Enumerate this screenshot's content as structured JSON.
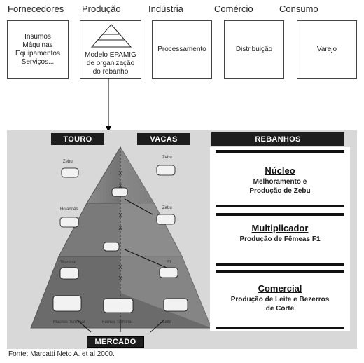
{
  "chain": {
    "stages": [
      "Fornecedores",
      "Produção",
      "Indústria",
      "Comércio",
      "Consumo"
    ],
    "boxes": {
      "suppliers": [
        "Insumos",
        "Máquinas",
        "Equipamentos",
        "Serviços..."
      ],
      "production": [
        "Modelo EPAMIG",
        "de organização",
        "do rebanho"
      ],
      "industry": "Processamento",
      "commerce": "Distribuição",
      "consumption": "Varejo"
    }
  },
  "pyramid": {
    "headers": {
      "bull": "TOURO",
      "cows": "VACAS",
      "herds": "REBANHOS"
    },
    "market": "MERCADO",
    "animal_labels": {
      "zebu_top_left": "Zebu",
      "zebu_top_right": "Zebu",
      "holandes": "Holandês",
      "zebu_mid_right": "Zebu",
      "terminal": "Terminal",
      "f1": "F1",
      "machos": "Machos Terminal",
      "femeas": "Fêmea Terminal",
      "leite": "Leite"
    },
    "cross_marks": [
      "X",
      "X",
      "X",
      "X",
      "X",
      "X"
    ],
    "herds": [
      {
        "title": "Núcleo",
        "desc": [
          "Melhoramento e",
          "Produção de Zebu"
        ]
      },
      {
        "title": "Multiplicador",
        "desc": [
          "Produção de Fêmeas F1"
        ]
      },
      {
        "title": "Comercial",
        "desc": [
          "Produção de Leite e Bezerros",
          "de Corte"
        ]
      }
    ]
  },
  "source": "Fonte: Marcatti Neto A. et al 2000."
}
